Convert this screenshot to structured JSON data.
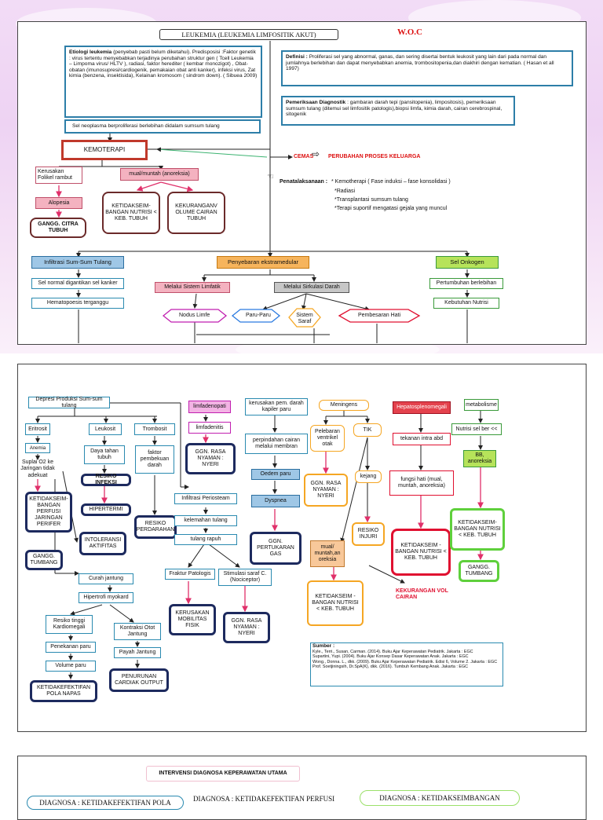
{
  "page1": {
    "title": "LEUKEMIA (LEUKEMIA LIMFOSITIK AKUT)",
    "woc": "W.O.C",
    "etiologi_label": "Etiologi leukemia",
    "etiologi_text": "(penyebab pasti belum diketahui). Predisposisi :Faktor genetik : virus tertentu menyebabkan terjadinya perubahan struktur gen ( Tcell Leukemia – Limpoma virus/ HLTV ), radiasi, faktor herediter ( kembar monozigot) , Obat-obatan (imunosupresi/cardiogenik, pemakaian obat anti kanker), infeksi virus, Zat kimia (benzena, insektisida), Kelainan kromosom ( sindrom down). ( Sibuea 2009)",
    "definisi_label": "Definisi :",
    "definisi_text": "Proliferasi sel yang abnormal, ganas, dan sering disertai bentuk leukosit yang lain dari pada normal dan jumlahnya berlebihan dan dapat menyebabkan anemia, trombositopenia,dan diakhiri dengan kematian. ( Hasan et all 1997)",
    "pemeriksaan_label": "Pemeriksaan Diagnostik",
    "pemeriksaan_text": ": gambaran darah tepi (pansitopenia), limpositosis), pemeriksaan sumsum tulang (ditemui sel limfositik patologis),biopsi limfa, kimia darah, cairan cerebrospinal, sitogenik",
    "sel_neoplasma": "Sel neoplasma berproliferasi berlebihan didalam sumsum tulang",
    "kemoterapi": "KEMOTERAPI",
    "cemas": "CEMAS",
    "perubahan": "PERUBAHAN PROSES KELUARGA",
    "penatalaksanaan_label": "Penatalaksanaan :",
    "penatalaksanaan_items": [
      "* Kemotherapi ( Fase induksi – fase konsolidasi )",
      "*Radiasi",
      "*Transplantasi sumsum tulang",
      "*Terapi suportif mengatasi gejala yang muncul"
    ],
    "kerusakan_folikel": "Kerusakan Folikel rambut",
    "mual_muntah": "mual/muntah (anoreksia)",
    "alopesia": "Alopesia",
    "gangg_citra": "GANGG. CITRA TUBUH",
    "ketidakseim_nutrisi": "KETIDAKSEIM-BANGAN NUTRISI < KEB. TUBUH",
    "kekurangan_volume": "KEKURANGANV OLUME CAIRAN TUBUH",
    "infiltrasi": "Infiltrasi Sum-Sum Tulang",
    "penyebaran": "Penyebaran ekstramedular",
    "sel_onkogen": "Sel Onkogen",
    "sel_normal": "Sel normal digantikan sel kanker",
    "melalui_limfatik": "Melalui Sistem Limfatik",
    "melalui_sirkulasi": "Melalui Sirkulasi Darah",
    "pertumbuhan": "Pertumbuhan berlebihan",
    "hematopoesis": "Hematopoesis terganggu",
    "kebutuhan_nutrisi": "Kebutuhan Nutrisi ",
    "nodus_limfe": "Nodus Limfe",
    "paru_paru": "Paru-Paru",
    "sistem_saraf": "Sistem Saraf",
    "pembesaran_hati": "Pembesaran Hati"
  },
  "page2": {
    "depresi": "Depresi Produksi Sum-sum tulang",
    "eritrosit": " Eritrosit",
    "leukosit": " Leukosit",
    "trombosit": " Trombosit",
    "anemia": "Anemia",
    "daya_tahan": "Daya tahan tubuh ",
    "faktor_pembekuan": " faktor pembekuan darah",
    "suplai_o2": "Suplai O2 ke Jaringan tidak adekuat",
    "resiko_infeksi": "RESIKO INFEKSI",
    "ketidakseim_perfusi": "KETIDAKSEIM-BANGAN PERFUSI JARINGAN PERIFER",
    "hipertermi": "HIPERTERMI",
    "resiko_perdarahan": "RESIKO PERDARAHAN",
    "intoleransi": "INTOLERANSI AKTIFITAS",
    "gangg_tumbang": "GANGG. TUMBANG",
    "curah_jantung": " Curah jantung",
    "hipertrofi": "Hipertrofi myokard",
    "resiko_kardiomegali": "Resiko tinggi Kardiomegali",
    "kontraksi": "Kontraksi Otot Jantung ",
    "penekanan_paru": "Penekanan paru",
    "payah_jantung": "Payah Jantung",
    "volume_paru": "Volume paru ",
    "penurunan_cardiak": "PENURUNAN CARDIAK OUTPUT",
    "ketidakefektifan_napas": "KETIDAKEFEKTIFAN POLA NAPAS",
    "limfadenopati": "limfadenopati",
    "limfadenitis": "limfadenitis",
    "ggn_rasa_nyaman": "GGN. RASA NYAMAN : NYERI",
    "infiltrasi_periosteam": "Infiltrasi Periosteam",
    "kelemahan_tulang": "kelemahan tulang",
    "tulang_rapuh": "tulang rapuh",
    "fraktur": "Fraktur Patologis",
    "stimulasi": "Stimulasi saraf C. (Nociceptor)",
    "kerusakan_mobilitas": "KERUSAKAN MOBILITAS FISIK",
    "ggn_rasa_nyaman2": "GGN. RASA NYAMAN : NYERI",
    "kerusakan_kapiler": "kerusakan pem. darah kapiler paru",
    "perpindahan_cairan": "perpindahan cairan melalui membran",
    "oedem_paru": "Oedem paru",
    "dyspnea": "Dyspnea",
    "ggn_pertukaran": "GGN. PERTUKARAN GAS",
    "meningens": "Meningens",
    "pelebaran_ventrikel": "Pelebaran ventrikel otak",
    "tik": " TIK",
    "ggn_rasa_nyaman3": "GGN. RASA NYAMAN : NYERI",
    "kejang": "kejang",
    "resiko_injuri": "RESIKO INJURI",
    "mual_muntah_anoreksia": "mual/ muntah,an oreksia",
    "ketidakseim_nutrisi2": "KETIDAKSEIM -BANGAN NUTRISI < KEB. TUBUH",
    "kekurangan_vol": "KEKURANGAN VOL CAIRAN",
    "hepatosplenomegali": "Hepatosplenomegali",
    "tekanan_intra": " tekanan intra abd",
    "fungsi_hati": " fungsi hati (mual, muntah, anoreksia)",
    "ketidakseim_nutrisi3": "KETIDAKSEIM -BANGAN NUTRISI < KEB. TUBUH",
    "metabolisme": "metabolisme",
    "nutrisi_sel": "Nutrisi sel ber <<",
    "bb_anoreksia": " BB, anoreksia",
    "ketidakseim_nutrisi4": "KETIDAKSEIM-BANGAN NUTRISI < KEB. TUBUH",
    "gangg_tumbang2": "GANGG. TUMBANG",
    "sumber_label": "Sumber :",
    "sumber_lines": [
      "Kyle., Terri., Susan, Carman. (2014). Buku Ajar Keperawatan Pediatrik. Jakarta : EGC",
      "Supartini, Yupi. (2004). Buku Ajar Konsep Dasar Keperawatan Anak. Jakarta : EGC",
      "Wong., Donna. L., dkk. (2009). Buku Ajar Keperawatan Pediatrik. Edisi 6, Volume 2. Jakarta : EGC",
      "Prof. Soetjiningsih, Dr.SpA(K), dkk. (2016). Tumbuh Kembang Anak. Jakarta : EGC"
    ]
  },
  "page3": {
    "title": "INTERVENSI DIAGNOSA KEPERAWATAN UTAMA",
    "diag1": "DIAGNOSA : KETIDAKEFEKTIFAN POLA",
    "diag2": "DIAGNOSA : KETIDAKEFEKTIFAN PERFUSI",
    "diag3": "DIAGNOSA : KETIDAKSEIMBANGAN"
  }
}
